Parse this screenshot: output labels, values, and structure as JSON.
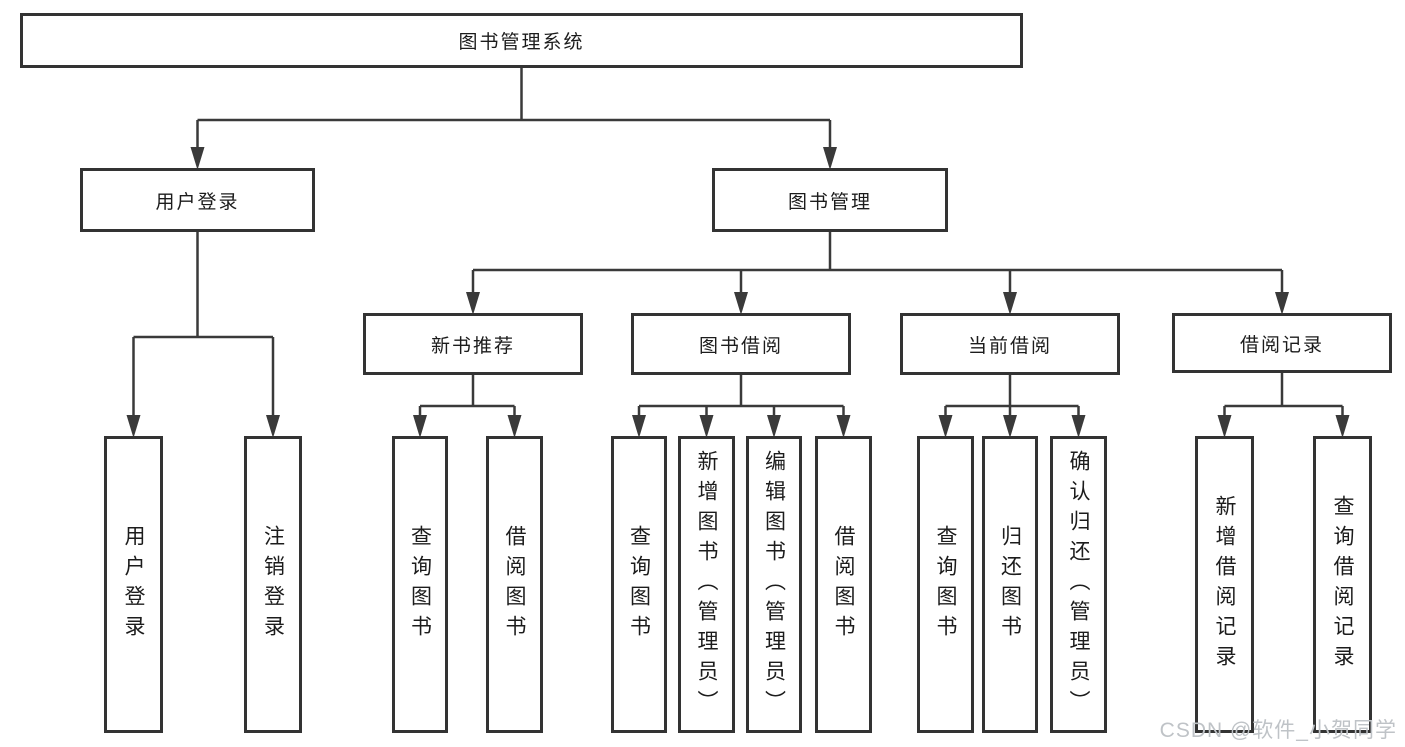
{
  "diagram": {
    "root": {
      "label": "图书管理系统"
    },
    "level2": [
      {
        "label": "用户登录"
      },
      {
        "label": "图书管理"
      }
    ],
    "level3": [
      {
        "label": "新书推荐"
      },
      {
        "label": "图书借阅"
      },
      {
        "label": "当前借阅"
      },
      {
        "label": "借阅记录"
      }
    ],
    "leaves": [
      {
        "label": "用户登录"
      },
      {
        "label": "注销登录"
      },
      {
        "label": "查询图书"
      },
      {
        "label": "借阅图书"
      },
      {
        "label": "查询图书"
      },
      {
        "label": "新增图书（管理员）"
      },
      {
        "label": "编辑图书（管理员）"
      },
      {
        "label": "借阅图书"
      },
      {
        "label": "查询图书"
      },
      {
        "label": "归还图书"
      },
      {
        "label": "确认归还（管理员）"
      },
      {
        "label": "新增借阅记录"
      },
      {
        "label": "查询借阅记录"
      }
    ]
  },
  "watermark": {
    "text": "CSDN @软件_小贺同学"
  },
  "colors": {
    "line": "#3a3a3a",
    "box_border": "#333333",
    "text": "#1c1c1c",
    "watermark": "#bfc3c7",
    "background": "#ffffff"
  }
}
